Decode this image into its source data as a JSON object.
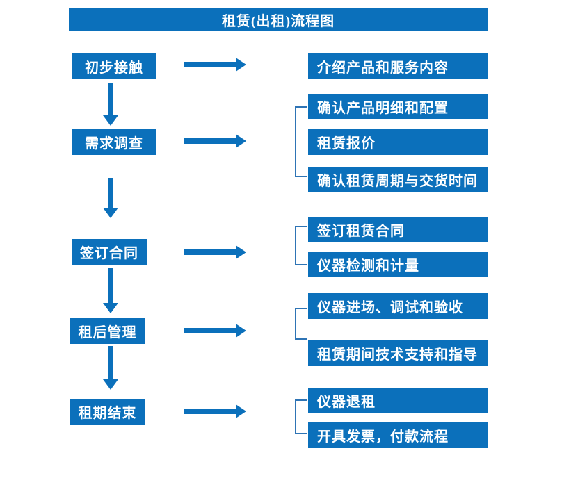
{
  "title": "租赁(出租)流程图",
  "palette": {
    "primary_blue": "#0b70bb",
    "bracket_blue": "#2e74b5",
    "text_white": "#ffffff",
    "background": "#ffffff"
  },
  "steps": [
    {
      "label": "初步接触",
      "outputs": [
        "介绍产品和服务内容"
      ]
    },
    {
      "label": "需求调查",
      "outputs": [
        "确认产品明细和配置",
        "租赁报价",
        "确认租赁周期与交货时间"
      ]
    },
    {
      "label": "签订合同",
      "outputs": [
        "签订租赁合同",
        "仪器检测和计量"
      ]
    },
    {
      "label": "租后管理",
      "outputs": [
        "仪器进场、调试和验收",
        "租赁期间技术支持和指导"
      ]
    },
    {
      "label": "租期结束",
      "outputs": [
        "仪器退租",
        "开具发票，付款流程"
      ]
    }
  ]
}
